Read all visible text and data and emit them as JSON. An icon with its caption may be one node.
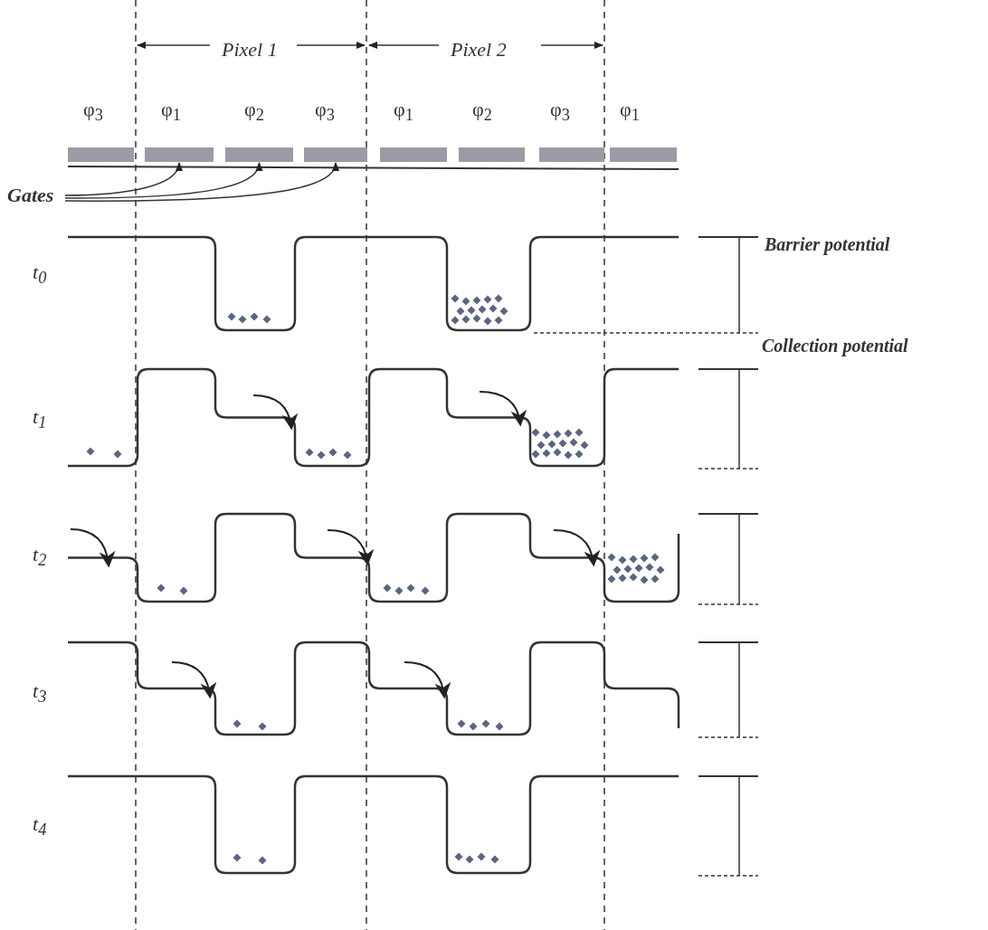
{
  "diagram": {
    "nodes": [
      {
        "text": [
          "Gates"
        ]
      },
      {
        "text": [],
        "shape": "bar"
      },
      {
        "text": [],
        "shape": "bar"
      },
      {
        "text": [],
        "shape": "bar"
      },
      {
        "text": [],
        "shape": "bar"
      },
      {
        "text": [],
        "shape": "bar"
      },
      {
        "text": [],
        "shape": "bar"
      },
      {
        "text": [],
        "shape": "bar"
      },
      {
        "text": [],
        "shape": "bar"
      }
    ],
    "edges": [
      {
        "from": 0,
        "to": 2,
        "arrow": "to"
      },
      {
        "from": 0,
        "to": 3,
        "arrow": "to"
      },
      {
        "from": 0,
        "to": 4,
        "arrow": "to"
      }
    ],
    "labels": [
      "Pixel 1",
      "Pixel 2",
      "φ$_{3}$",
      "φ$_{1}$",
      "φ$_{2}$",
      "φ$_{3}$",
      "φ$_{1}$",
      "φ$_{2}$",
      "φ$_{3}$",
      "φ$_{1}$",
      "t$_{0}$",
      "Barrier potential",
      "Collection potential",
      "t$_{1}$",
      "t$_{2}$",
      "t$_{3}$",
      "t$_{4}$"
    ]
  }
}
